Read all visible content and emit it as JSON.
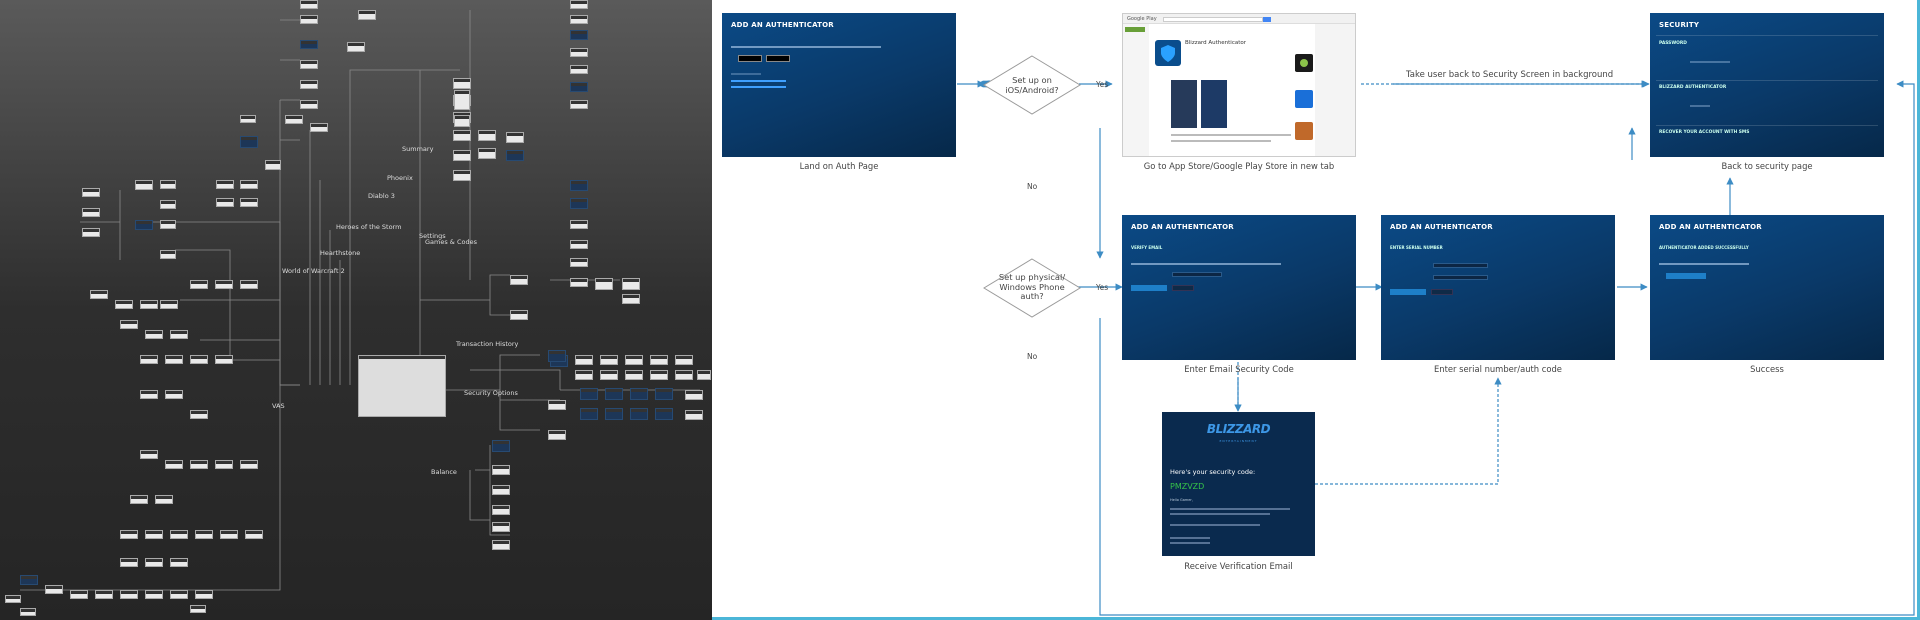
{
  "sitemap": {
    "labels": {
      "summary": "Summary",
      "phoenix": "Phoenix",
      "diablo3": "Diablo 3",
      "heroes": "Heroes of the Storm",
      "hearthstone": "Hearthstone",
      "wow": "World of Warcraft 2",
      "settings": "Settings",
      "games_codes": "Games & Codes",
      "transaction_history": "Transaction History",
      "security_options": "Security Options",
      "vas": "VAS",
      "balance": "Balance"
    }
  },
  "flow": {
    "land": {
      "title": "ADD AN AUTHENTICATOR",
      "caption": "Land on Auth Page"
    },
    "decision1": {
      "line1": "Set up on",
      "line2": "iOS/Android?"
    },
    "yes1": "Yes",
    "store": {
      "caption": "Go to App Store/Google Play Store in new tab",
      "brand": "Google Play",
      "app_name": "Blizzard Authenticator"
    },
    "store_note": "Take user back to Security Screen in background",
    "security": {
      "title": "SECURITY",
      "section1": "PASSWORD",
      "section2": "BLIZZARD AUTHENTICATOR",
      "section3": "RECOVER YOUR ACCOUNT WITH SMS",
      "caption": "Back to security page"
    },
    "no1": "No",
    "decision2": {
      "line1": "Set up physical/",
      "line2": "Windows Phone",
      "line3": "auth?"
    },
    "yes2": "Yes",
    "no2": "No",
    "email_code": {
      "title": "ADD AN AUTHENTICATOR",
      "section": "VERIFY EMAIL",
      "caption": "Enter Email Security Code"
    },
    "serial": {
      "title": "ADD AN AUTHENTICATOR",
      "section": "ENTER SERIAL NUMBER",
      "caption": "Enter serial number/auth code"
    },
    "success": {
      "title": "ADD AN AUTHENTICATOR",
      "section": "AUTHENTICATOR ADDED SUCCESSFULLY",
      "caption": "Success"
    },
    "email": {
      "logo": "BLIZZARD",
      "logo_sub": "ENTERTAINMENT",
      "heading": "Here's your security code:",
      "code": "PMZVZD",
      "greeting": "Hello Gamer,",
      "caption": "Receive Verification Email"
    }
  },
  "colors": {
    "arrow": "#3d8cc4",
    "card_dark": "#062849",
    "card_light": "#0b4a86",
    "code_green": "#35c34a",
    "border_cyan": "#4bb6d8"
  }
}
